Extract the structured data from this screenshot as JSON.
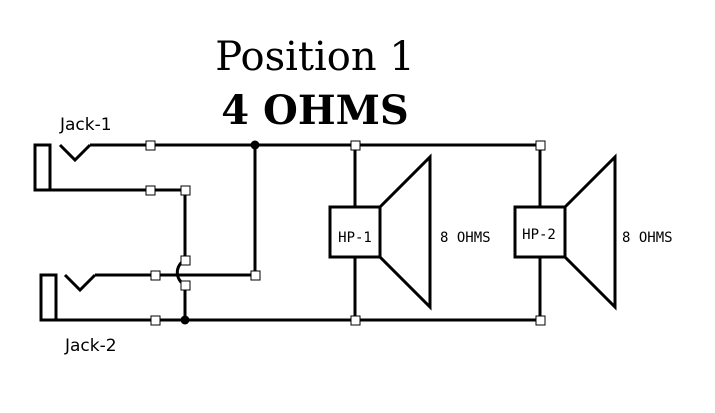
{
  "title": "Position 1",
  "subtitle": "4 OHMS",
  "jacks": [
    {
      "label": "Jack-1"
    },
    {
      "label": "Jack-2"
    }
  ],
  "speakers": [
    {
      "label": "HP-1",
      "impedance": "8 OHMS"
    },
    {
      "label": "HP-2",
      "impedance": "8 OHMS"
    }
  ]
}
